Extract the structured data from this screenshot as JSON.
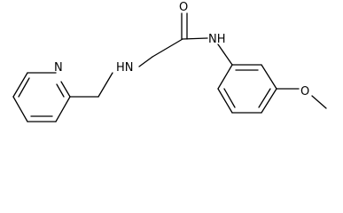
{
  "molecule": {
    "atom_labels": {
      "carbonyl_oxygen": "O",
      "amide_nitrogen": "NH",
      "amine_nitrogen": "HN",
      "pyridine_nitrogen": "N",
      "methoxy_oxygen": "O"
    }
  },
  "colors": {
    "bond": "#000000",
    "background": "#ffffff"
  }
}
